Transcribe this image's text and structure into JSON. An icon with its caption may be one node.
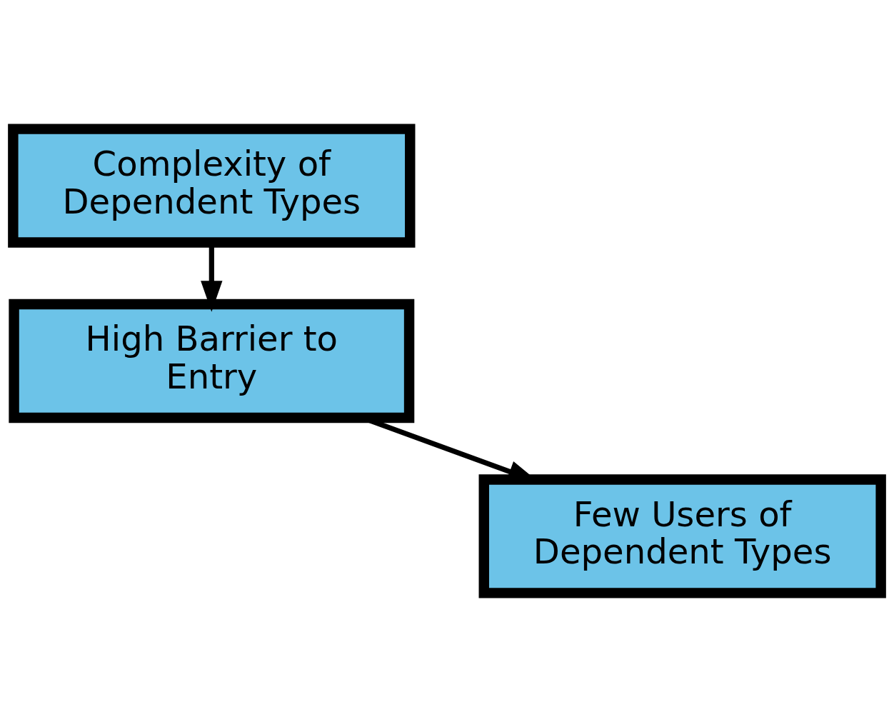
{
  "diagram": {
    "nodes": [
      {
        "text": [
          "Complexity of Dependent Types"
        ]
      },
      {
        "text": [
          "High Barrier to Entry"
        ]
      },
      {
        "text": [
          "Few Users of Dependent Types"
        ]
      }
    ],
    "edges": [
      {
        "from": 0,
        "to": 1,
        "arrow": "to"
      },
      {
        "from": 1,
        "to": 2,
        "arrow": "to"
      }
    ]
  }
}
